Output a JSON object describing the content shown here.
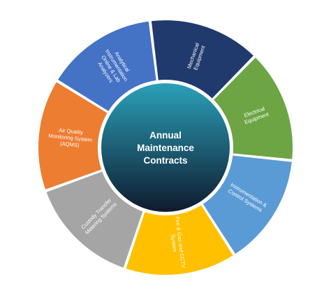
{
  "center": {
    "lines": [
      "Annual",
      "Maintenance",
      "Contracts"
    ],
    "gradient": [
      "#2aa1b9",
      "#0f1a2e"
    ]
  },
  "segments": [
    {
      "id": "mechanical-equipment",
      "lines": [
        "Mechanical",
        "Equipment"
      ],
      "color": "#203a6d"
    },
    {
      "id": "electrical-equipment",
      "lines": [
        "Electrical",
        "Equipment"
      ],
      "color": "#6da544"
    },
    {
      "id": "instrumentation-control-systems",
      "lines": [
        "Instrumentation &",
        "Control Systems"
      ],
      "color": "#5b9bd5"
    },
    {
      "id": "fire-gas-cctv-system",
      "lines": [
        "Fire & Gas and CCTV",
        "System"
      ],
      "color": "#ffc000"
    },
    {
      "id": "custody-transfer-metering-systems",
      "lines": [
        "Custody Transfer",
        "Metering Systems"
      ],
      "color": "#a5a5a5"
    },
    {
      "id": "air-quality-monitoring-system",
      "lines": [
        "Air Quality",
        "Monitoring System",
        "(AQMS)"
      ],
      "color": "#ed7d31"
    },
    {
      "id": "analytical-instrumentation-analyzers",
      "lines": [
        "Analytical",
        "Instrumentation",
        "Online & Lab",
        "Analyzers"
      ],
      "color": "#4472c4"
    }
  ]
}
